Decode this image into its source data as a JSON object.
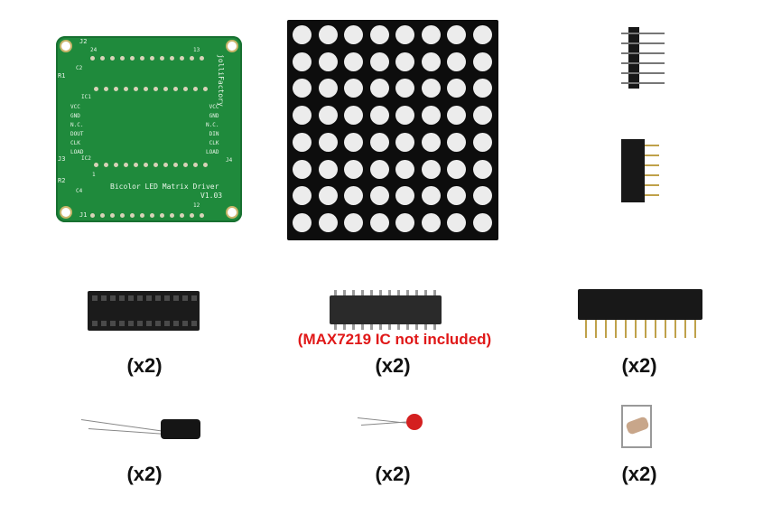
{
  "pcb": {
    "connector_j2": "J2",
    "pin_24": "24",
    "pin_13": "13",
    "ref_r1": "R1",
    "ref_c2": "C2",
    "ref_ic1": "IC1",
    "brand": "jolliFactory",
    "left_labels": [
      "VCC",
      "GND",
      "N.C.",
      "DOUT",
      "CLK",
      "LOAD"
    ],
    "right_labels": [
      "VCC",
      "GND",
      "N.C.",
      "DIN",
      "CLK",
      "LOAD"
    ],
    "ref_j3": "J3",
    "ref_ic2": "IC2",
    "ref_j4": "J4",
    "ref_r2": "R2",
    "ref_c4": "C4",
    "pin_1": "1",
    "board_title": "Bicolor LED Matrix Driver",
    "board_version": "V1.03",
    "connector_j1": "J1",
    "pin_12": "12"
  },
  "note": "(MAX7219 IC not included)",
  "quantities": {
    "socket": "(x2)",
    "chip": "(x2)",
    "female_header": "(x2)",
    "capacitor_electrolytic": "(x2)",
    "capacitor_ceramic": "(x2)",
    "resistor": "(x2)"
  },
  "colors": {
    "pcb": "#1f8a3c",
    "note": "#e01818"
  }
}
